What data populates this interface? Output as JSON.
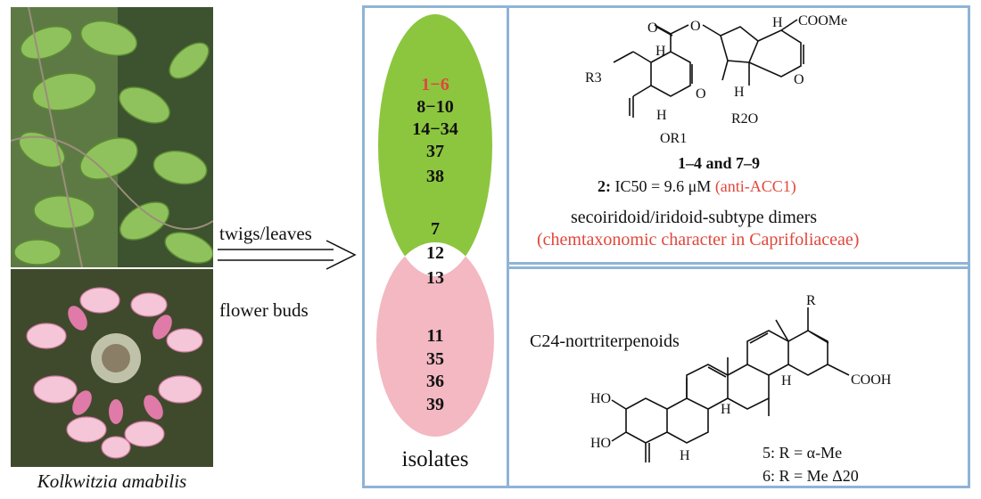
{
  "plant": {
    "species_name": "Kolkwitzia amabilis",
    "parts": [
      "twigs/leaves",
      "flower buds"
    ]
  },
  "venn": {
    "green_numbers": [
      "1−6",
      "8−10",
      "14−34",
      "37",
      "38"
    ],
    "overlap_numbers": [
      "7",
      "12",
      "13"
    ],
    "pink_numbers": [
      "11",
      "35",
      "36",
      "39"
    ],
    "label": "isolates",
    "colors": {
      "green": "#8cc63f",
      "pink": "#f3b8c2",
      "highlight": "#e0473b"
    }
  },
  "top_panel": {
    "compound_labels": {
      "ester_o": "O",
      "ester_o2": "O",
      "coome": "COOMe",
      "h1": "H",
      "h2": "H",
      "h3": "H",
      "h4": "H",
      "r3": "R3",
      "ring_o1": "O",
      "ring_o2": "O",
      "or1": "OR1",
      "r2o": "R2O"
    },
    "compounds": "1–4 and 7–9",
    "ic50_prefix": "2:",
    "ic50_text": "IC50 = 9.6 μM",
    "ic50_target": "(anti-ACC1)",
    "class_text": "secoiridoid/iridoid-subtype dimers",
    "note": "(chemtaxonomic character in Caprifoliaceae)"
  },
  "bottom_panel": {
    "class_text": "C24-nortriterpenoids",
    "compound_labels": {
      "r": "R",
      "cooh": "COOH",
      "ho1": "HO",
      "ho2": "HO",
      "h1": "H",
      "h2": "H",
      "h3": "H"
    },
    "compound_5": "5: R = α-Me",
    "compound_6": "6: R = Me Δ20"
  }
}
